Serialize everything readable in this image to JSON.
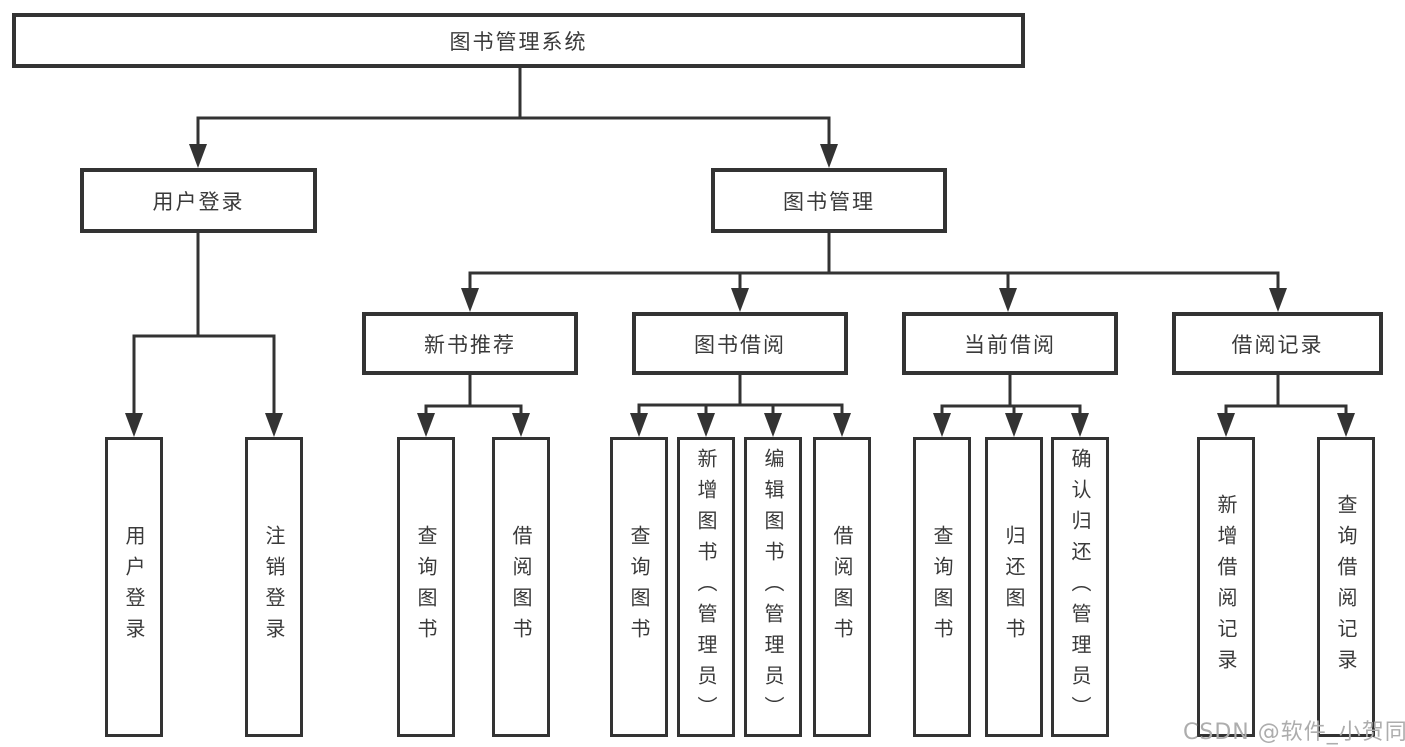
{
  "diagram": {
    "root": "图书管理系统",
    "level2": {
      "user_login": "用户登录",
      "book_management": "图书管理"
    },
    "level3": {
      "new_book_recommend": "新书推荐",
      "book_borrowing": "图书借阅",
      "current_borrowing": "当前借阅",
      "borrowing_records": "借阅记录"
    },
    "leaves": {
      "user_login": "用户登录",
      "logout": "注销登录",
      "recommend_query_books": "查询图书",
      "recommend_borrow_books": "借阅图书",
      "borrowing_query_books": "查询图书",
      "borrowing_add_books": "新增图书（管理员）",
      "borrowing_edit_books": "编辑图书（管理员）",
      "borrowing_borrow_books": "借阅图书",
      "current_query_books": "查询图书",
      "current_return_books": "归还图书",
      "current_confirm_return": "确认归还（管理员）",
      "records_add_record": "新增借阅记录",
      "records_query_record": "查询借阅记录"
    }
  },
  "watermark": {
    "text": "CSDN @软件_小贺同学"
  },
  "colors": {
    "line": "#333333",
    "text": "#3a3a3a",
    "background": "#ffffff",
    "watermark": "#adadad"
  }
}
